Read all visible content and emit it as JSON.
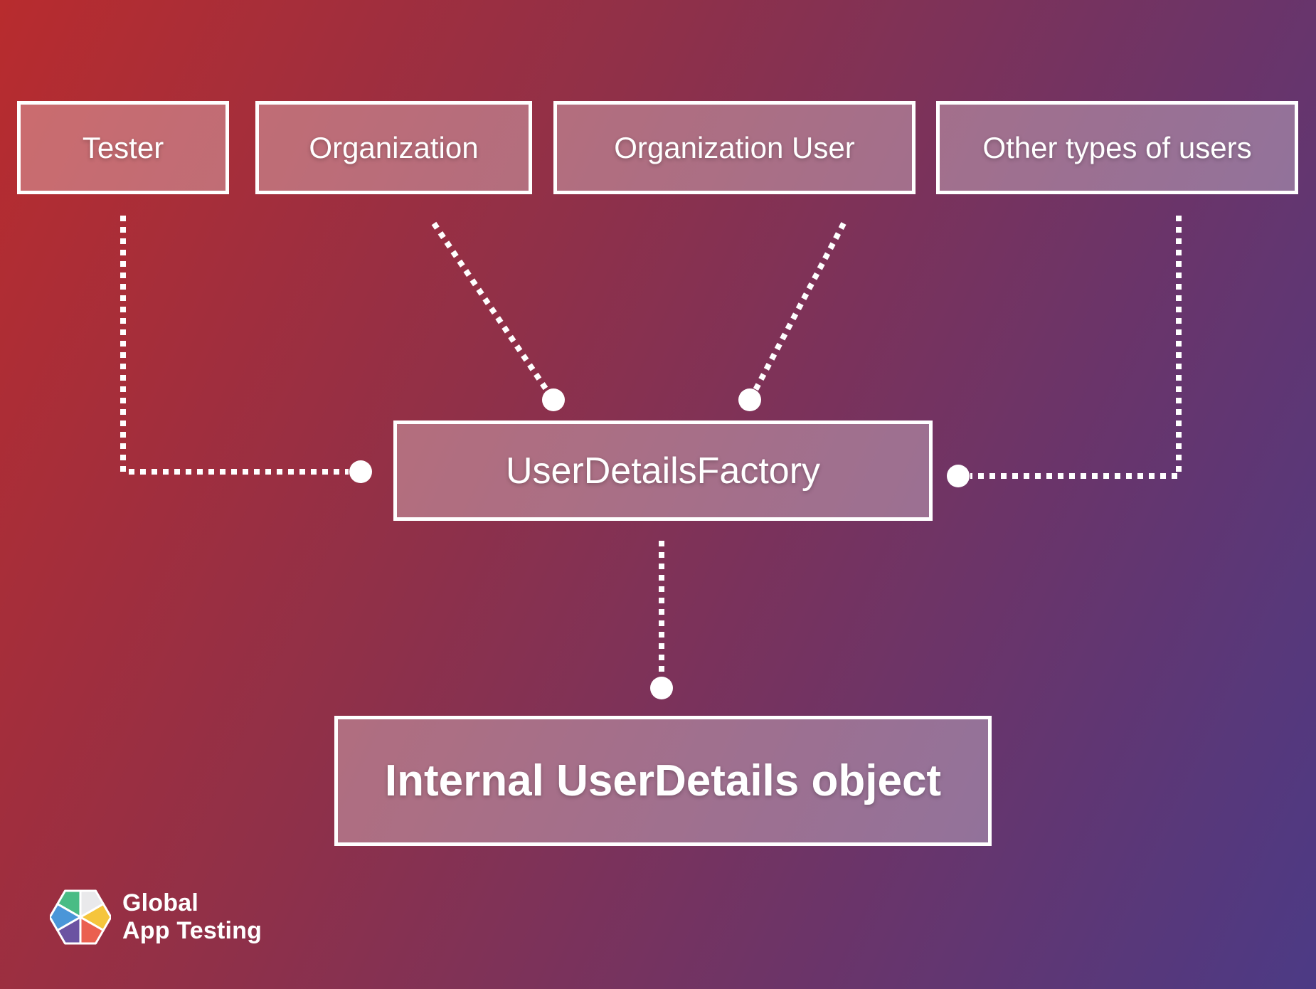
{
  "diagram": {
    "top_nodes": [
      {
        "id": "tester",
        "label": "Tester"
      },
      {
        "id": "organization",
        "label": "Organization"
      },
      {
        "id": "organization-user",
        "label": "Organization User"
      },
      {
        "id": "other-users",
        "label": "Other types of users"
      }
    ],
    "factory_node": {
      "label": "UserDetailsFactory"
    },
    "output_node": {
      "label": "Internal UserDetails object"
    }
  },
  "logo": {
    "line1": "Global",
    "line2": "App Testing",
    "icon": "hexagon-cube-icon",
    "icon_colors": {
      "green": "#49BC85",
      "grey": "#E9E9EB",
      "yellow": "#F5C53C",
      "red": "#EA6050",
      "purple": "#6B53A2",
      "blue": "#4A96D8"
    }
  },
  "theme": {
    "background_gradient_start": "#B82C2E",
    "background_gradient_end": "#4C3A85",
    "node_border_color": "#FFFFFF",
    "node_fill": "rgba(255,255,255,0.30)",
    "connector_color": "#FFFFFF",
    "text_color": "#FFFFFF"
  }
}
